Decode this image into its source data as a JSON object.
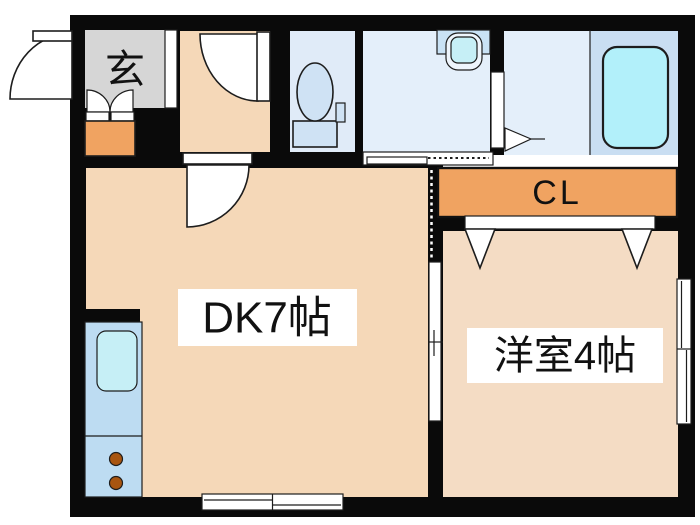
{
  "plan": {
    "type": "apartment-floor-plan",
    "rooms": {
      "entrance": {
        "label": "玄"
      },
      "dining_kitchen": {
        "label": "DK7帖"
      },
      "western_room": {
        "label": "洋室4帖"
      },
      "closet": {
        "label": "CL"
      }
    },
    "icons": [
      "entry-door-swing-icon",
      "hallway-door-swing-icon",
      "dk-door-swing-icon",
      "shoe-cabinet-doors-icon",
      "toilet-icon",
      "washbasin-icon",
      "bathtub-icon",
      "bathroom-folding-door-icon",
      "sliding-door-icon",
      "sliding-partition-icon",
      "closet-doors-icon",
      "window-icon",
      "kitchen-sink-icon",
      "stove-burners-icon"
    ],
    "colors": {
      "wall": "#0a0a0a",
      "outline": "#1d1d1d",
      "room_peach": "#f5d8b8",
      "western_peach": "#f4dcc4",
      "entrance_gray": "#d6d6d6",
      "cabinet_orange": "#f0a361",
      "toilet_room_blue": "#e0ebf8",
      "wet_room_blue": "#e4effa",
      "bath_zone_blue": "#c9def2",
      "fixture_blue": "#cfe2f4",
      "vanity_blue": "#c9e2f5",
      "basin_outer": "#eef5fc",
      "sink_cyan": "#c6eff6",
      "tub_cyan": "#b2f0fa",
      "kitchen_blue": "#bddcf2",
      "burner_brown": "#a85510"
    }
  }
}
